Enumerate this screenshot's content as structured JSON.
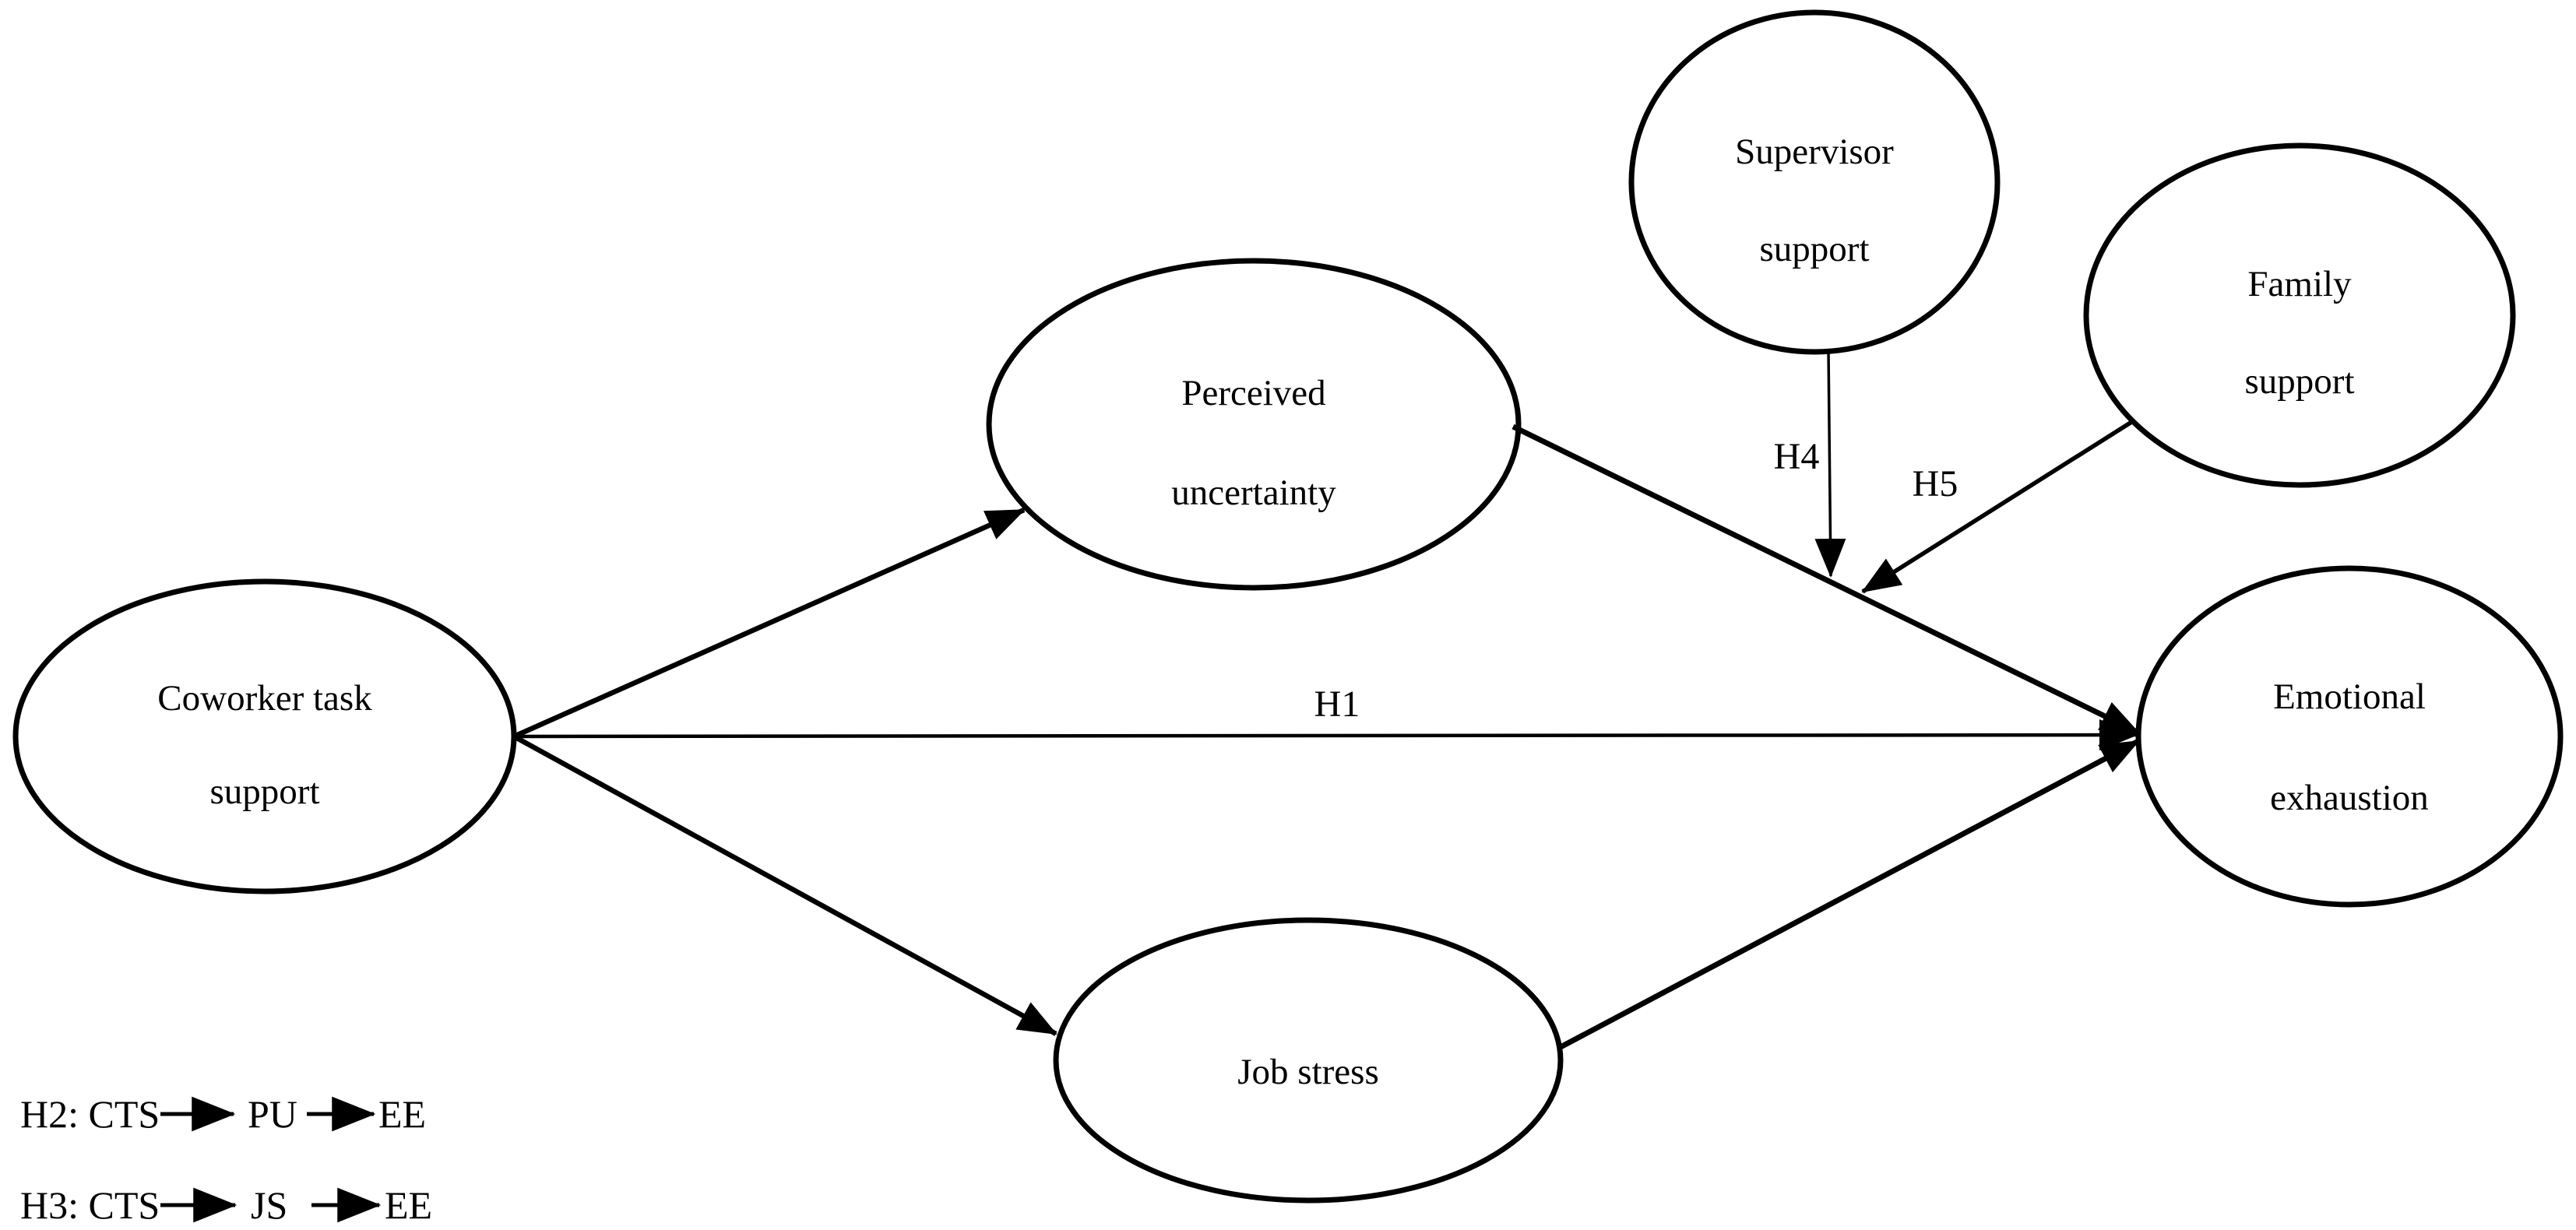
{
  "diagram": {
    "nodes": {
      "cts": {
        "line1": "Coworker task",
        "line2": "support"
      },
      "pu": {
        "line1": "Perceived",
        "line2": "uncertainty"
      },
      "js": {
        "line1": "Job stress"
      },
      "ss": {
        "line1": "Supervisor",
        "line2": "support"
      },
      "fs": {
        "line1": "Family",
        "line2": "support"
      },
      "ee": {
        "line1": "Emotional",
        "line2": "exhaustion"
      }
    },
    "path_labels": {
      "h1": "H1",
      "h4": "H4",
      "h5": "H5"
    },
    "legend": {
      "h2": {
        "prefix": "H2: CTS",
        "mid": "PU",
        "end": "EE"
      },
      "h3": {
        "prefix": "H3: CTS",
        "mid": "JS",
        "end": "EE"
      }
    },
    "colors": {
      "ink": "#000000",
      "background": "#ffffff"
    }
  }
}
